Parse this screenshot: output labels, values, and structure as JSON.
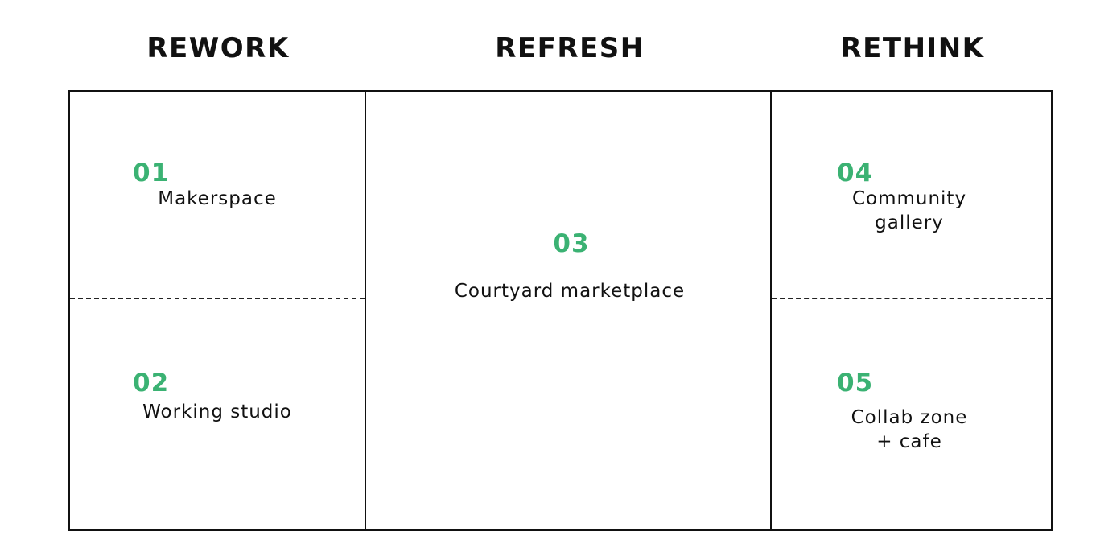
{
  "columns": [
    {
      "title": "REWORK"
    },
    {
      "title": "REFRESH"
    },
    {
      "title": "RETHINK"
    }
  ],
  "zones": [
    {
      "number": "01",
      "label": "Makerspace"
    },
    {
      "number": "02",
      "label": "Working studio"
    },
    {
      "number": "03",
      "label": "Courtyard marketplace"
    },
    {
      "number": "04",
      "label": "Community\ngallery"
    },
    {
      "number": "05",
      "label": "Collab zone\n+ cafe"
    }
  ],
  "colors": {
    "accent": "#3bb273",
    "line": "#111111",
    "background": "#ffffff"
  }
}
